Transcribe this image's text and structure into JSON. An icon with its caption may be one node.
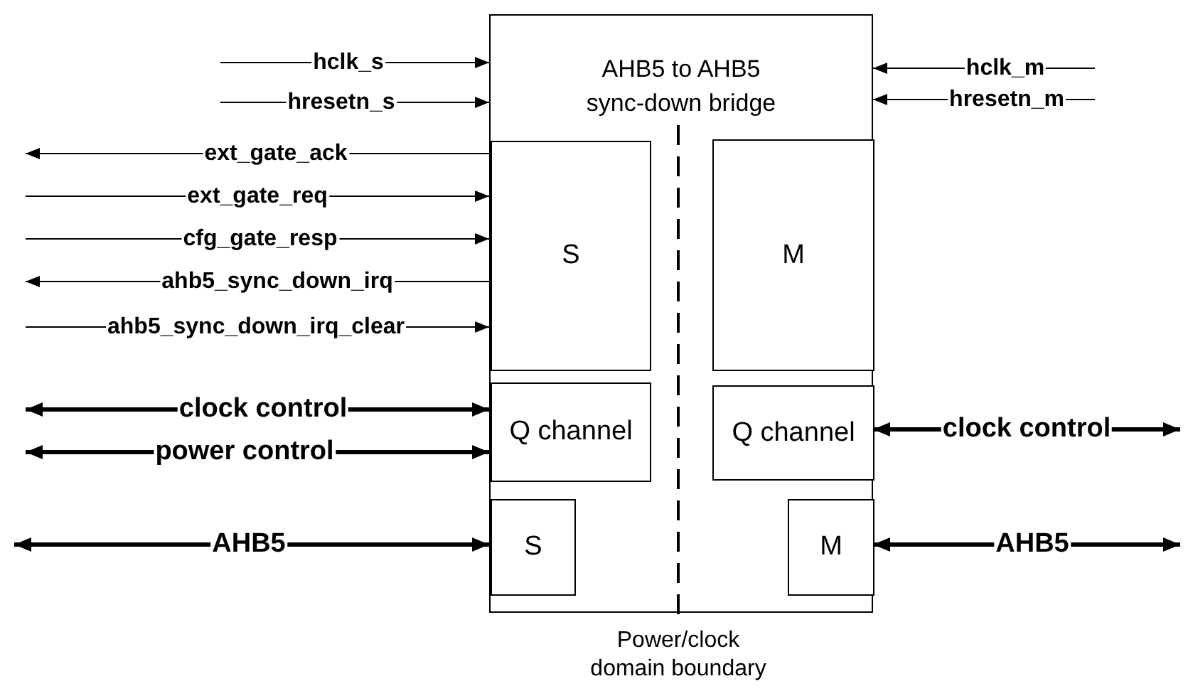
{
  "diagram": {
    "nodes": [
      {
        "text": [
          "AHB5 to AHB5 sync-down bridge"
        ]
      },
      {
        "text": [
          "S"
        ],
        "in": 0
      },
      {
        "text": [
          "M"
        ],
        "in": 0
      },
      {
        "text": [
          "Q channel"
        ],
        "in": 0
      },
      {
        "text": [
          "Q channel"
        ],
        "in": 0
      },
      {
        "text": [
          "S"
        ],
        "in": 0
      },
      {
        "text": [
          "M"
        ],
        "in": 0
      }
    ],
    "edges": [
      {
        "from": null,
        "to": 0,
        "arrow": "to",
        "label": "hclk_s"
      },
      {
        "from": null,
        "to": 0,
        "arrow": "to",
        "label": "hresetn_s"
      },
      {
        "from": 1,
        "to": null,
        "arrow": "to",
        "label": "ext_gate_ack"
      },
      {
        "from": null,
        "to": 1,
        "arrow": "to",
        "label": "ext_gate_req"
      },
      {
        "from": null,
        "to": 1,
        "arrow": "to",
        "label": "cfg_gate_resp"
      },
      {
        "from": 1,
        "to": null,
        "arrow": "to",
        "label": "ahb5_sync_down_irq"
      },
      {
        "from": null,
        "to": 1,
        "arrow": "to",
        "label": "ahb5_sync_down_irq_clear"
      },
      {
        "from": null,
        "to": 3,
        "arrow": "both",
        "label": "clock control",
        "style": "thick"
      },
      {
        "from": null,
        "to": 3,
        "arrow": "both",
        "label": "power control",
        "style": "thick"
      },
      {
        "from": null,
        "to": 5,
        "arrow": "both",
        "label": "AHB5",
        "style": "thick"
      },
      {
        "from": null,
        "to": 0,
        "arrow": "to",
        "label": "hclk_m"
      },
      {
        "from": null,
        "to": 0,
        "arrow": "to",
        "label": "hresetn_m"
      },
      {
        "from": 4,
        "to": null,
        "arrow": "both",
        "label": "clock control",
        "style": "thick"
      },
      {
        "from": 6,
        "to": null,
        "arrow": "both",
        "label": "AHB5",
        "style": "thick"
      }
    ],
    "labels": [
      "Power/clock domain boundary"
    ]
  }
}
